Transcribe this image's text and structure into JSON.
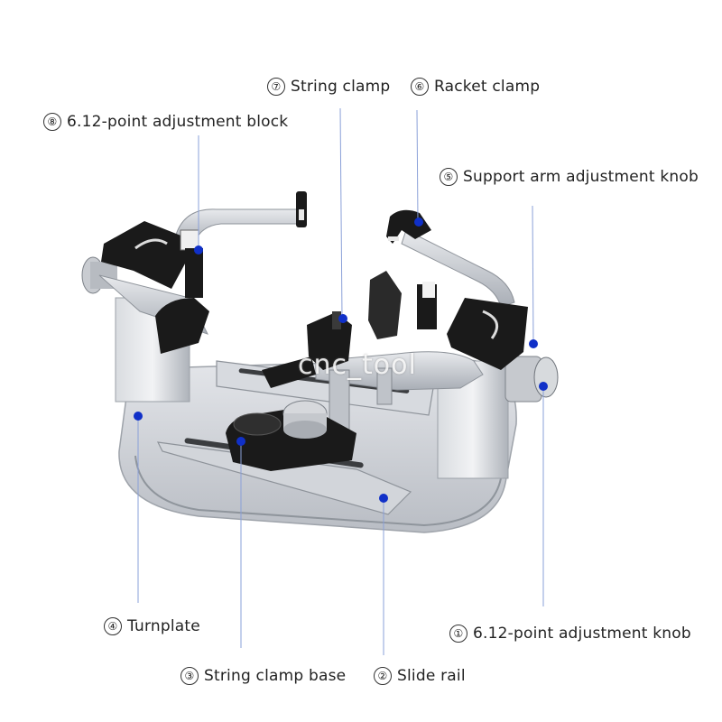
{
  "labels": [
    {
      "num": "⑦",
      "text": "String clamp"
    },
    {
      "num": "⑥",
      "text": "Racket clamp"
    },
    {
      "num": "⑧",
      "text": "6.12-point adjustment block"
    },
    {
      "num": "⑤",
      "text": "Support arm adjustment knob"
    },
    {
      "num": "④",
      "text": "Turnplate"
    },
    {
      "num": "①",
      "text": "6.12-point adjustment knob"
    },
    {
      "num": "③",
      "text": "String clamp base"
    },
    {
      "num": "②",
      "text": "Slide rail"
    }
  ],
  "watermark": "cnc_tool",
  "colors": {
    "callout_line": "#8aa0d8",
    "callout_dot": "#1030c8",
    "metal": "#c8ccd2",
    "black_parts": "#1a1a1a"
  }
}
